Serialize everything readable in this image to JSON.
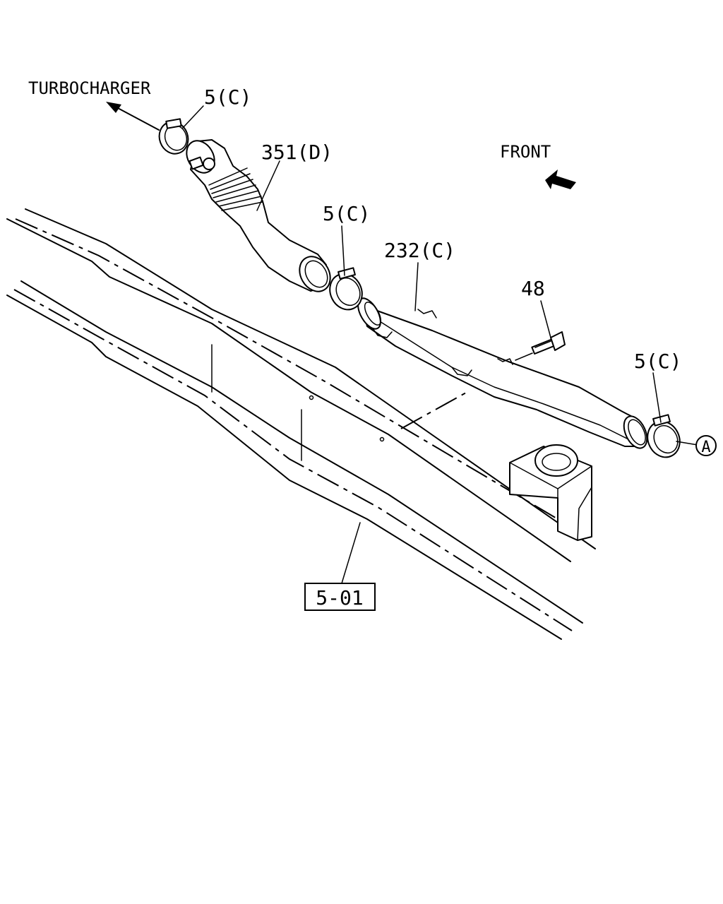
{
  "labels": {
    "turbocharger": "TURBOCHARGER",
    "front": "FRONT",
    "clamp_top": "5(C)",
    "pipe_351": "351(D)",
    "clamp_mid": "5(C)",
    "pipe_232": "232(C)",
    "bolt_48": "48",
    "clamp_right": "5(C)",
    "ref_a": "A",
    "ref_box": "5-01"
  }
}
